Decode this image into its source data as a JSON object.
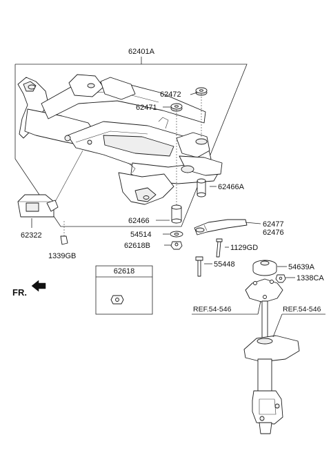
{
  "diagram": {
    "labels": {
      "crossmember": "62401A",
      "insulator_upper_rear": "62472",
      "insulator_upper_front": "62471",
      "bushing_rear": "62466A",
      "bushing_front": "62466",
      "bracket_a": "62477",
      "bracket_b": "62476",
      "mount_bracket": "62322",
      "bolt_mount": "1339GB",
      "washer": "54514",
      "nut_front": "62618B",
      "bolt_small": "1129GD",
      "bolt_long": "55448",
      "insulator_strut": "54639A",
      "nut_strut": "1338CA",
      "ref_left": "REF.54-546",
      "ref_right": "REF.54-546",
      "inset_part": "62618",
      "fr": "FR."
    }
  }
}
